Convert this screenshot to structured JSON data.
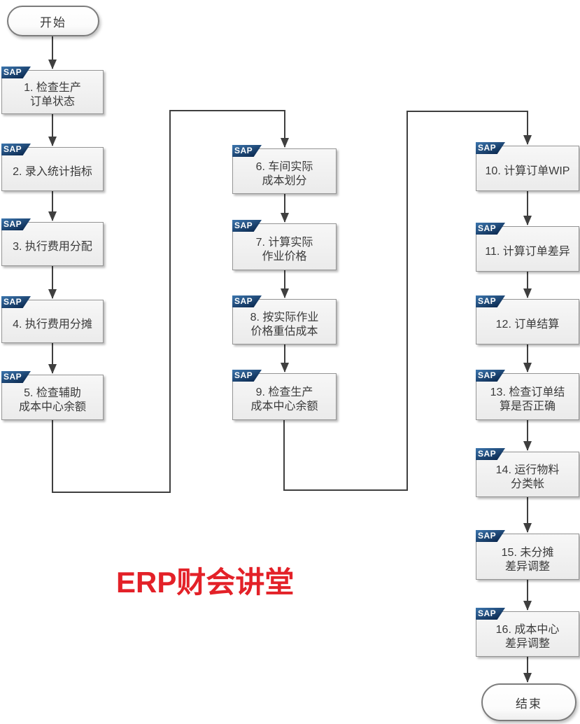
{
  "start_label": "开始",
  "end_label": "结束",
  "badge_label": "SAP",
  "watermark": "ERP财会讲堂",
  "steps": [
    {
      "text": "1. 检查生产\n订单状态"
    },
    {
      "text": "2. 录入统计指标"
    },
    {
      "text": "3. 执行费用分配"
    },
    {
      "text": "4. 执行费用分摊"
    },
    {
      "text": "5. 检查辅助\n成本中心余额"
    },
    {
      "text": "6. 车间实际\n成本划分"
    },
    {
      "text": "7. 计算实际\n作业价格"
    },
    {
      "text": "8. 按实际作业\n价格重估成本"
    },
    {
      "text": "9. 检查生产\n成本中心余额"
    },
    {
      "text": "10. 计算订单WIP"
    },
    {
      "text": "11. 计算订单差异"
    },
    {
      "text": "12. 订单结算"
    },
    {
      "text": "13. 检查订单结\n算是否正确"
    },
    {
      "text": "14. 运行物料\n分类帐"
    },
    {
      "text": "15. 未分摊\n差异调整"
    },
    {
      "text": "16. 成本中心\n差异调整"
    }
  ],
  "colors": {
    "sap_badge_top": "#3c76ae",
    "sap_badge_bottom": "#0c2b52",
    "arrow": "#3f3f3f",
    "box_border": "#949494",
    "box_fill_top": "#f7f7f7",
    "box_fill_bottom": "#ebebeb",
    "watermark_red": "#e32128",
    "text": "#3a3a3a"
  }
}
